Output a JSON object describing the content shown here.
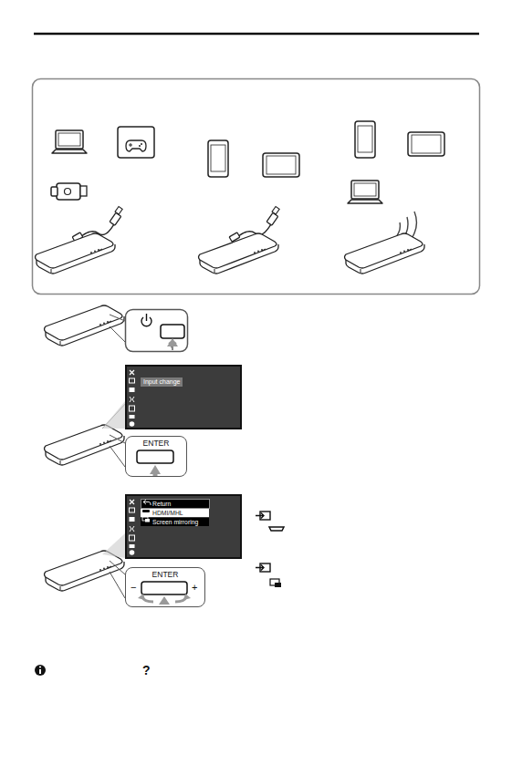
{
  "diagram": {
    "nodes": [
      {
        "text": [
          "Input change"
        ]
      },
      {
        "text": [
          "ENTER"
        ]
      },
      {
        "text": [
          "Return",
          "HDMI/MHL",
          "Screen mirroring"
        ]
      },
      {
        "text": [
          "ENTER"
        ]
      }
    ],
    "labels": [
      "−",
      "+",
      "?"
    ]
  }
}
